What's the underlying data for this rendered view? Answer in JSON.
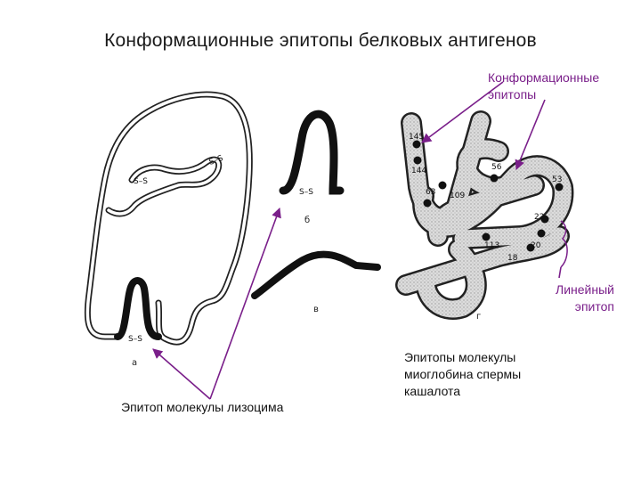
{
  "title": "Конформационные эпитопы белковых антигенов",
  "labels": {
    "conformational": [
      "Конформационные",
      "эпитопы"
    ],
    "linear": [
      "Линейный",
      "эпитоп"
    ],
    "lysozyme": "Эпитоп молекулы лизоцима",
    "myoglobin": [
      "Эпитопы молекулы",
      "миоглобина спермы",
      "кашалота"
    ]
  },
  "diagram": {
    "disulfide": "S–S",
    "subfig_labels": [
      "а",
      "б",
      "в",
      "г"
    ],
    "residues": [
      "145",
      "144",
      "63",
      "109",
      "56",
      "53",
      "22",
      "113",
      "18",
      "20"
    ]
  },
  "colors": {
    "accent": "#7a1f8a",
    "line": "#111111",
    "tube_fill": "#d8d8d8"
  }
}
